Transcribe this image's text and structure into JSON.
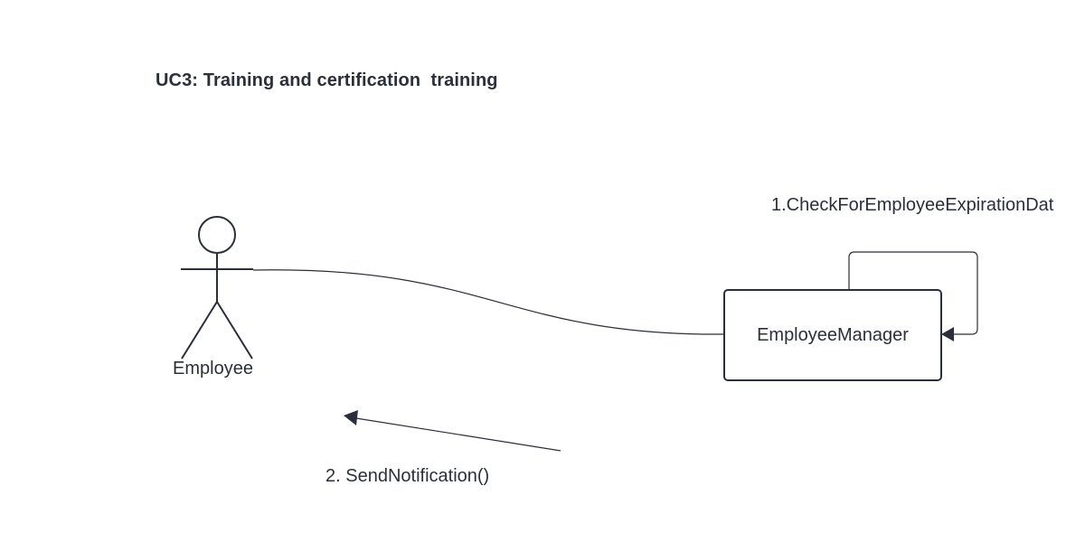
{
  "diagram": {
    "title": "UC3: Training and certification  training",
    "actor": {
      "label": "Employee",
      "icon": "stick-figure-actor-icon"
    },
    "object": {
      "label": "EmployeeManager"
    },
    "messages": [
      {
        "label": "1.CheckForEmployeeExpirationDat",
        "type": "self-call"
      },
      {
        "label": "2. SendNotification()",
        "type": "return-to-actor"
      }
    ],
    "colors": {
      "stroke": "#2b2f3a",
      "background": "#ffffff"
    }
  }
}
